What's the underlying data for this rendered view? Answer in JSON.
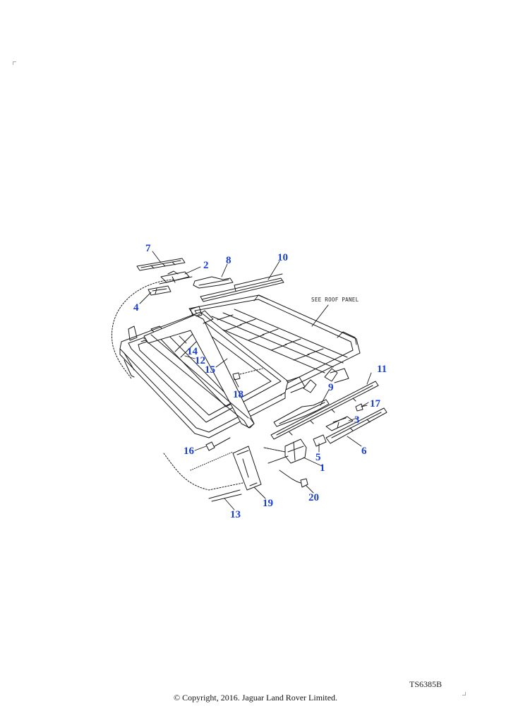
{
  "diagram": {
    "reference_note": "SEE ROOF PANEL",
    "figure_code": "TS6385B",
    "copyright": "© Copyright, 2016. Jaguar Land Rover Limited.",
    "callouts": {
      "c1": "1",
      "c2": "2",
      "c3": "3",
      "c4": "4",
      "c5": "5",
      "c6": "6",
      "c7": "7",
      "c8": "8",
      "c9": "9",
      "c10": "10",
      "c11": "11",
      "c12": "12",
      "c13": "13",
      "c14": "14",
      "c15": "15",
      "c16": "16",
      "c17": "17",
      "c18": "18",
      "c19": "19",
      "c20": "20"
    }
  },
  "colors": {
    "callout": "#1a3fd6",
    "line": "#1b1b1b"
  }
}
